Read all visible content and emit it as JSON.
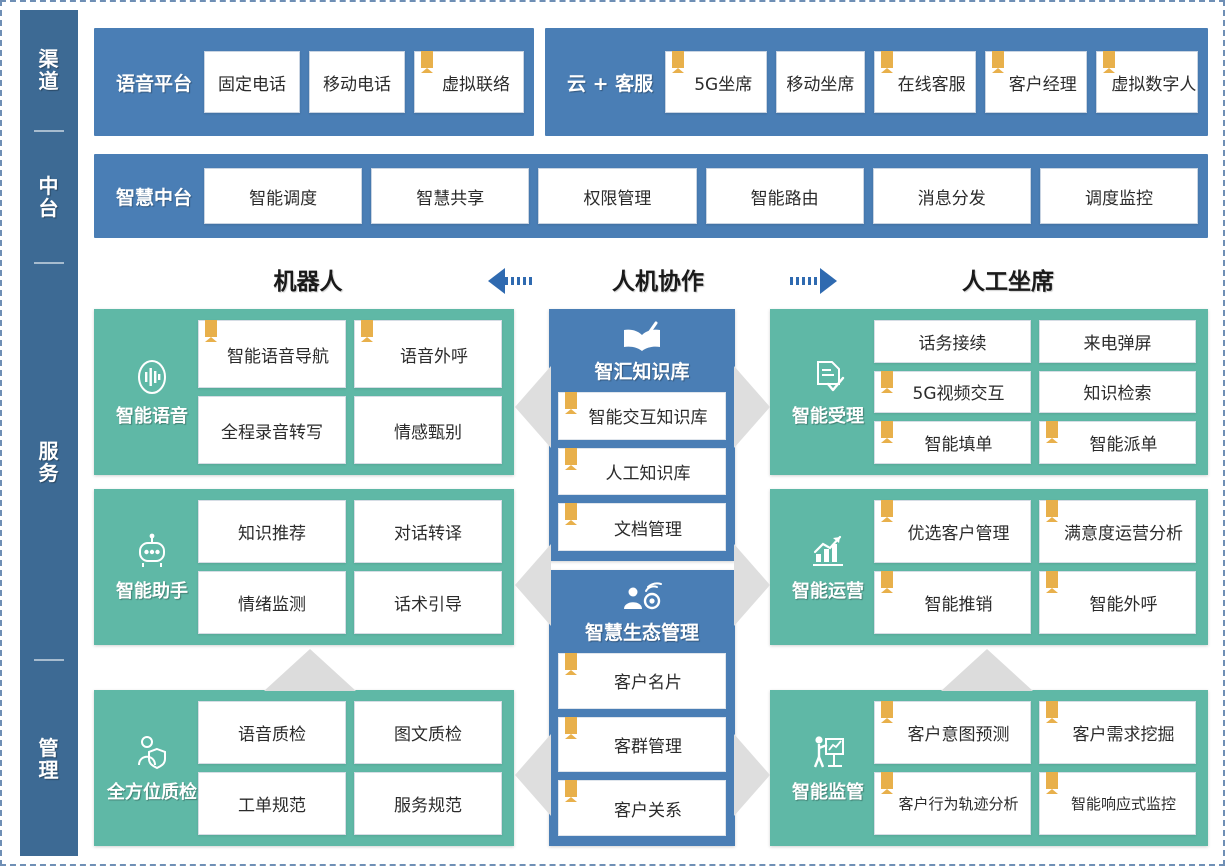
{
  "colors": {
    "rail": "#3d6a94",
    "band_blue": "#4a7eb5",
    "card_teal": "#5fb8a6",
    "bookmark": "#e8b04b",
    "arrow_blue": "#2f6ab0",
    "chevron_gray": "#d9d9d9"
  },
  "rail": {
    "items": [
      {
        "label": "渠道",
        "chars": [
          "渠",
          "道"
        ]
      },
      {
        "label": "中台",
        "chars": [
          "中",
          "台"
        ]
      },
      {
        "label": "服务",
        "chars": [
          "服",
          "务"
        ]
      },
      {
        "label": "管理",
        "chars": [
          "管",
          "理"
        ]
      }
    ]
  },
  "channel_row": {
    "groups": [
      {
        "title": "语音平台",
        "items": [
          {
            "label": "固定电话",
            "bookmark": false
          },
          {
            "label": "移动电话",
            "bookmark": false
          },
          {
            "label": "虚拟联络",
            "bookmark": true
          }
        ]
      },
      {
        "title": "云 + 客服",
        "items": [
          {
            "label": "5G坐席",
            "bookmark": true
          },
          {
            "label": "移动坐席",
            "bookmark": false
          },
          {
            "label": "在线客服",
            "bookmark": true
          },
          {
            "label": "客户经理",
            "bookmark": true
          },
          {
            "label": "虚拟数字人",
            "bookmark": true
          }
        ]
      }
    ]
  },
  "midplatform_row": {
    "title": "智慧中台",
    "items": [
      {
        "label": "智能调度",
        "bookmark": false
      },
      {
        "label": "智慧共享",
        "bookmark": false
      },
      {
        "label": "权限管理",
        "bookmark": false
      },
      {
        "label": "智能路由",
        "bookmark": false
      },
      {
        "label": "消息分发",
        "bookmark": false
      },
      {
        "label": "调度监控",
        "bookmark": false
      }
    ]
  },
  "middle_header": {
    "left_label": "机器人",
    "center_label": "人机协作",
    "right_label": "人工坐席",
    "left_arrow_icon": "arrow-left-icon",
    "right_arrow_icon": "arrow-right-icon"
  },
  "left_groups": [
    {
      "name": "智能语音",
      "icon": "voice-wave-icon",
      "layout": "2x2",
      "items": [
        {
          "label": "智能语音导航",
          "bookmark": true
        },
        {
          "label": "语音外呼",
          "bookmark": true
        },
        {
          "label": "全程录音转写",
          "bookmark": false
        },
        {
          "label": "情感甄别",
          "bookmark": false
        }
      ]
    },
    {
      "name": "智能助手",
      "icon": "robot-icon",
      "layout": "2x2",
      "items": [
        {
          "label": "知识推荐",
          "bookmark": false
        },
        {
          "label": "对话转译",
          "bookmark": false
        },
        {
          "label": "情绪监测",
          "bookmark": false
        },
        {
          "label": "话术引导",
          "bookmark": false
        }
      ]
    },
    {
      "name": "全方位质检",
      "icon": "person-shield-icon",
      "layout": "2x2",
      "items": [
        {
          "label": "语音质检",
          "bookmark": false
        },
        {
          "label": "图文质检",
          "bookmark": false
        },
        {
          "label": "工单规范",
          "bookmark": false
        },
        {
          "label": "服务规范",
          "bookmark": false
        }
      ]
    }
  ],
  "center_groups": [
    {
      "title": "智汇知识库",
      "icon": "open-book-icon",
      "items": [
        {
          "label": "智能交互知识库",
          "bookmark": true
        },
        {
          "label": "人工知识库",
          "bookmark": true
        },
        {
          "label": "文档管理",
          "bookmark": true
        }
      ]
    },
    {
      "title": "智慧生态管理",
      "icon": "user-network-icon",
      "items": [
        {
          "label": "客户名片",
          "bookmark": true
        },
        {
          "label": "客群管理",
          "bookmark": true
        },
        {
          "label": "客户关系",
          "bookmark": true
        }
      ]
    }
  ],
  "right_groups": [
    {
      "name": "智能受理",
      "icon": "document-check-icon",
      "layout": "3x2",
      "items": [
        {
          "label": "话务接续",
          "bookmark": false
        },
        {
          "label": "来电弹屏",
          "bookmark": false
        },
        {
          "label": "5G视频交互",
          "bookmark": true
        },
        {
          "label": "知识检索",
          "bookmark": false
        },
        {
          "label": "智能填单",
          "bookmark": true
        },
        {
          "label": "智能派单",
          "bookmark": true
        }
      ]
    },
    {
      "name": "智能运营",
      "icon": "chart-growth-icon",
      "layout": "2x2",
      "items": [
        {
          "label": "优选客户管理",
          "bookmark": true
        },
        {
          "label": "满意度运营分析",
          "bookmark": true
        },
        {
          "label": "智能推销",
          "bookmark": true
        },
        {
          "label": "智能外呼",
          "bookmark": true
        }
      ]
    },
    {
      "name": "智能监管",
      "icon": "presenter-board-icon",
      "layout": "2x2",
      "items": [
        {
          "label": "客户意图预测",
          "bookmark": true
        },
        {
          "label": "客户需求挖掘",
          "bookmark": true
        },
        {
          "label": "客户行为轨迹分析",
          "bookmark": true
        },
        {
          "label": "智能响应式监控",
          "bookmark": true
        }
      ]
    }
  ]
}
